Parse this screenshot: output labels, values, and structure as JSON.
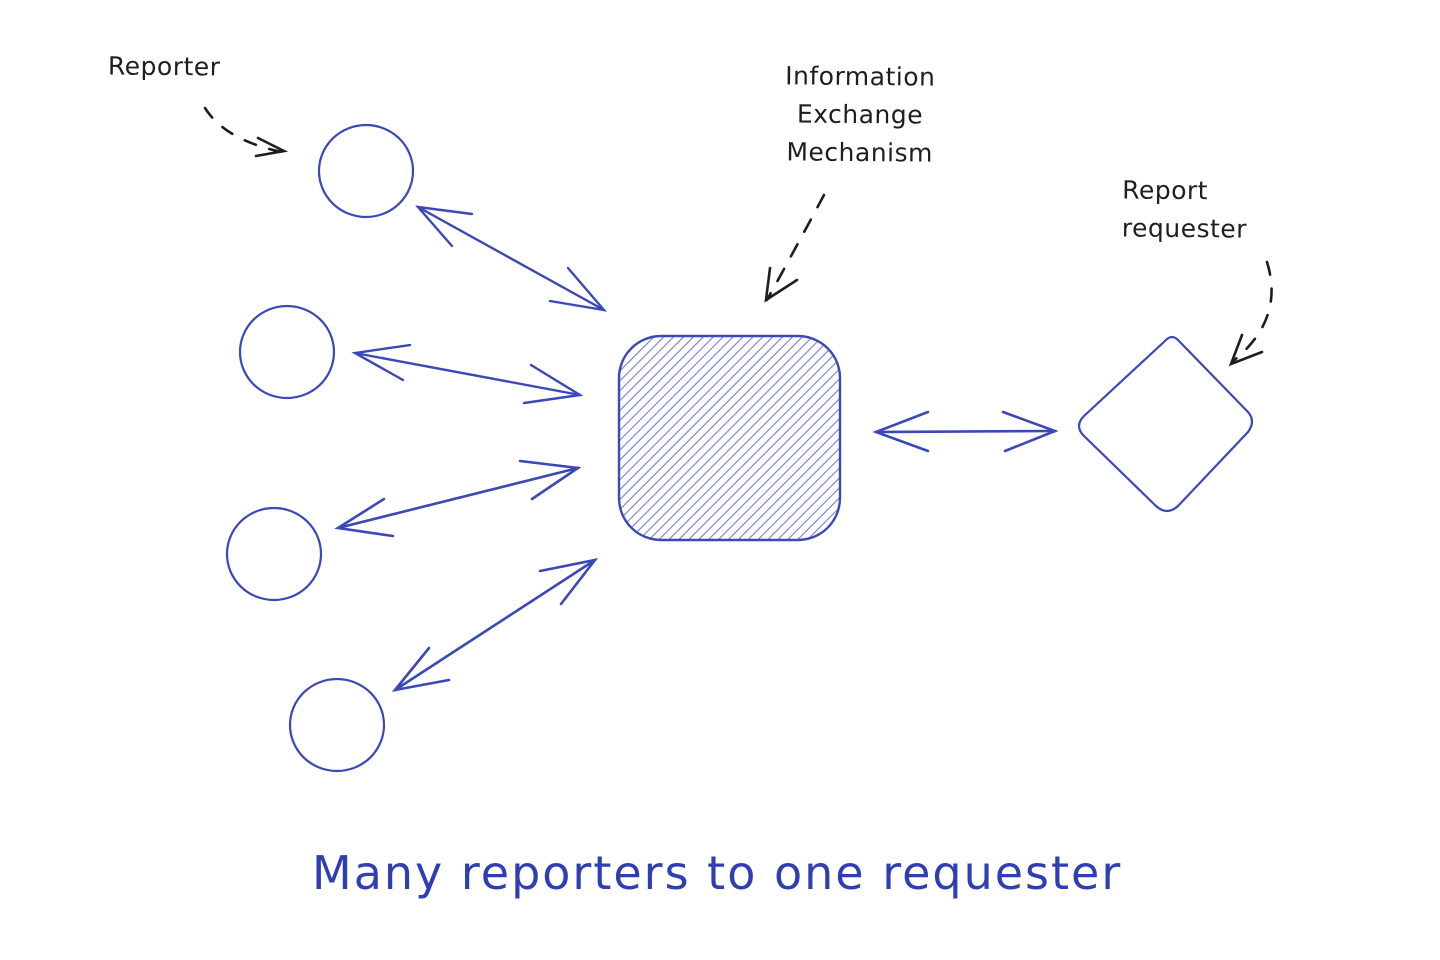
{
  "diagram": {
    "title": "Many reporters to one requester",
    "stroke_color": "#3a48b8",
    "annotation_color": "#1e1e1e",
    "hatch_color": "#5a66c8",
    "labels": {
      "reporter": [
        "Reporter"
      ],
      "exchange_mechanism": [
        "Information",
        "Exchange",
        "Mechanism"
      ],
      "report_requester": [
        "Report",
        "requester"
      ]
    },
    "nodes": [
      {
        "id": "reporter-1",
        "shape": "circle",
        "role": "Reporter"
      },
      {
        "id": "reporter-2",
        "shape": "circle",
        "role": "Reporter"
      },
      {
        "id": "reporter-3",
        "shape": "circle",
        "role": "Reporter"
      },
      {
        "id": "reporter-4",
        "shape": "circle",
        "role": "Reporter"
      },
      {
        "id": "exchange-mechanism",
        "shape": "hatched-rounded-square",
        "role": "Information Exchange Mechanism"
      },
      {
        "id": "report-requester",
        "shape": "diamond",
        "role": "Report requester"
      }
    ],
    "edges": [
      {
        "from": "reporter-1",
        "to": "exchange-mechanism",
        "direction": "bidirectional"
      },
      {
        "from": "reporter-2",
        "to": "exchange-mechanism",
        "direction": "bidirectional"
      },
      {
        "from": "reporter-3",
        "to": "exchange-mechanism",
        "direction": "bidirectional"
      },
      {
        "from": "reporter-4",
        "to": "exchange-mechanism",
        "direction": "bidirectional"
      },
      {
        "from": "exchange-mechanism",
        "to": "report-requester",
        "direction": "bidirectional"
      }
    ],
    "annotations": [
      {
        "label": "Reporter",
        "points_to": "reporter-1",
        "style": "dashed-arrow"
      },
      {
        "label": "Information Exchange Mechanism",
        "points_to": "exchange-mechanism",
        "style": "dashed-arrow"
      },
      {
        "label": "Report requester",
        "points_to": "report-requester",
        "style": "dashed-arrow"
      }
    ]
  }
}
